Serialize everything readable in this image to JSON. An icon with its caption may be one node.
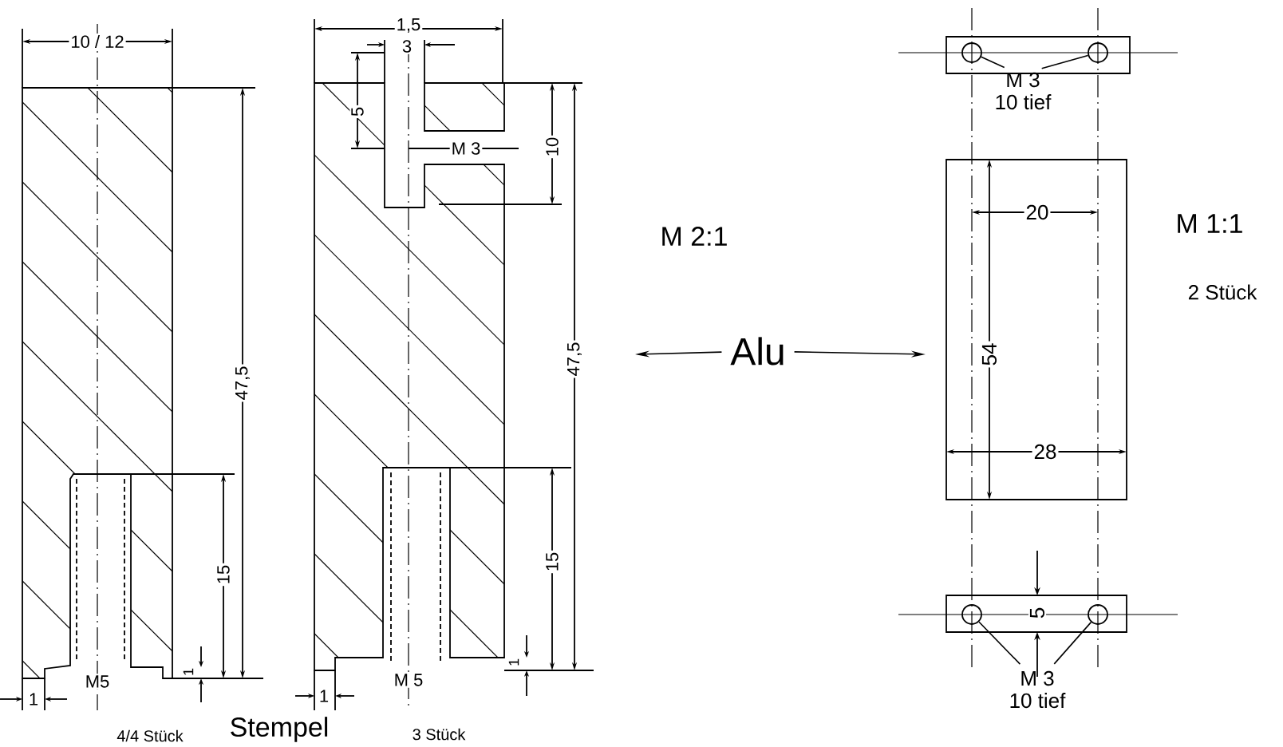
{
  "diagram": {
    "nodes": [
      {
        "text": [
          "Alu"
        ]
      },
      {
        "text": [
          "M 3",
          "10 tief"
        ]
      },
      {
        "text": [],
        "shape": "circle"
      },
      {
        "text": [],
        "shape": "circle"
      },
      {
        "text": [
          "M 3",
          "10 tief"
        ]
      },
      {
        "text": [],
        "shape": "circle"
      },
      {
        "text": [],
        "shape": "circle"
      }
    ],
    "edges": [
      {
        "from": 0,
        "to": null,
        "arrow": "to"
      },
      {
        "from": 0,
        "to": null,
        "arrow": "to"
      },
      {
        "from": 1,
        "to": 2,
        "arrow": "none"
      },
      {
        "from": 1,
        "to": 3,
        "arrow": "none"
      },
      {
        "from": 4,
        "to": 5,
        "arrow": "none"
      },
      {
        "from": 4,
        "to": 6,
        "arrow": "none"
      }
    ],
    "labels": [
      "10 / 12",
      "47,5",
      "15",
      "1",
      "1",
      "M5",
      "4/4 Stück",
      "Stempel",
      "1,5",
      "3",
      "5",
      "M 3",
      "10",
      "47,5",
      "15",
      "1",
      "1",
      "M 5",
      "3 Stück",
      "M 2:1",
      "20",
      "M 1:1",
      "2 Stück",
      "54",
      "28",
      "5"
    ]
  }
}
